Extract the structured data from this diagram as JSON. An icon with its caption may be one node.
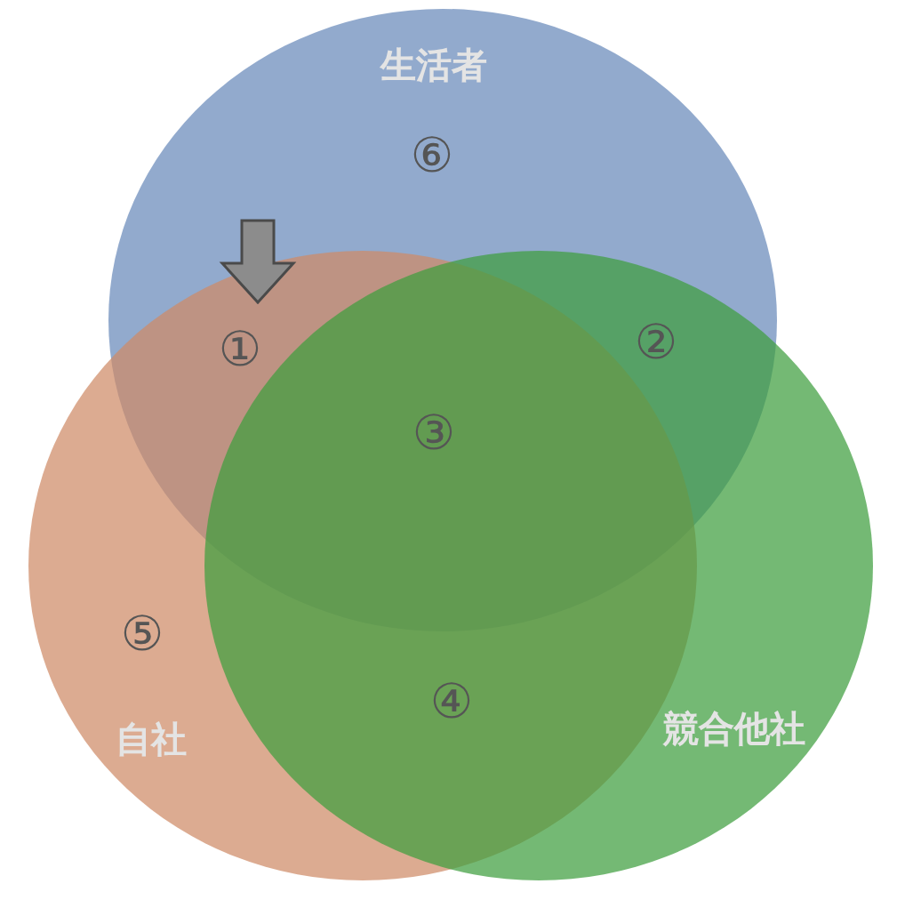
{
  "diagram": {
    "nodes": [
      {
        "text": [
          "生活者"
        ]
      },
      {
        "text": [
          "自社"
        ]
      },
      {
        "text": [
          "競合他社"
        ]
      }
    ],
    "labels": [
      "⑥",
      "①",
      "②",
      "③",
      "⑤",
      "④"
    ]
  }
}
